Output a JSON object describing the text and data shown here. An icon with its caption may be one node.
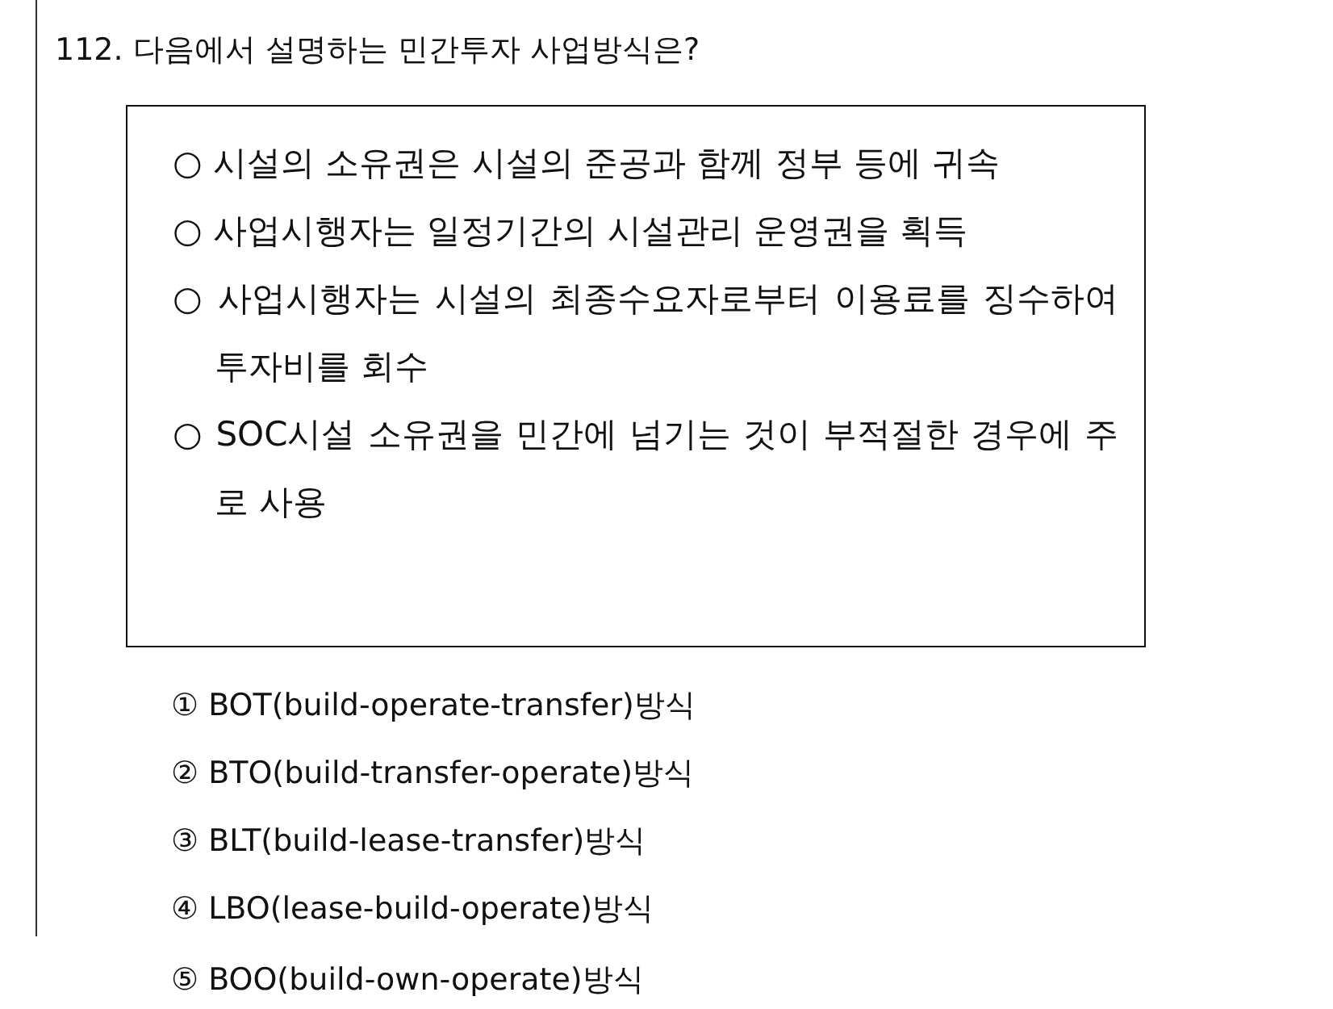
{
  "diagram": {
    "title": "112. 다음에서 설명하는 민간투자 사업방식은?",
    "nodes": [
      {
        "text": [
          "○ 시설의 소유권은 시설의 준공과 함께 정부 등에 귀속",
          "○ 사업시행자는 일정기간의 시설관리 운영권을 획득",
          "○ 사업시행자는 시설의 최종수요자로부터 이용료를 징수하여 투자비를 회수",
          "○ SOC시설 소유권을 민간에 넘기는 것이 부적절한 경우에 주로 사용"
        ]
      }
    ],
    "labels": [
      "① BOT(build-operate-transfer)방식",
      "② BTO(build-transfer-operate)방식",
      "③ BLT(build-lease-transfer)방식",
      "④ LBO(lease-build-operate)방식",
      "⑤ BOO(build-own-operate)방식"
    ]
  }
}
